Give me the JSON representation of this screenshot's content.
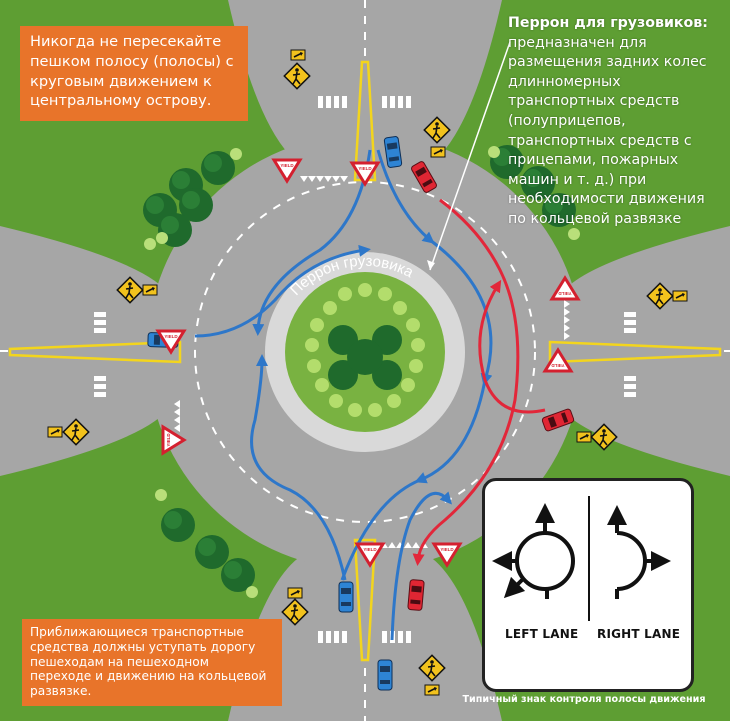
{
  "callouts": {
    "top_left": "Никогда не пересекайте пешком полосу (полосы) с круговым движением к центральному острову.",
    "bottom_left": "Приближающиеся транспортные средства должны уступать дорогу пешеходам на пешеходном переходе и движению на кольцевой развязке."
  },
  "apron_note": {
    "title": "Перрон для грузовиков:",
    "body": "предназначен для размещения задних колес длинномерных транспортных средств (полуприцепов, транспортных средств с прицепами, пожарных машин и т. д.) при необходимости движения по кольцевой развязке"
  },
  "apron_label": "Перрон грузовика",
  "yield_sign_text": "YIELD",
  "lane_sign": {
    "left_label": "LEFT LANE",
    "right_label": "RIGHT LANE",
    "caption": "Типичный знак контроля полосы движения"
  },
  "colors": {
    "grass": "#5e9e33",
    "road": "#a6a6a6",
    "callout": "#e8742a",
    "blue_path": "#2e77c9",
    "red_path": "#e2273a",
    "yellow_line": "#f3d51d"
  },
  "icons": [
    "pedestrian-crossing-sign-icon",
    "yield-sign-icon",
    "car-icon",
    "tree-icon",
    "arrow-icon"
  ]
}
